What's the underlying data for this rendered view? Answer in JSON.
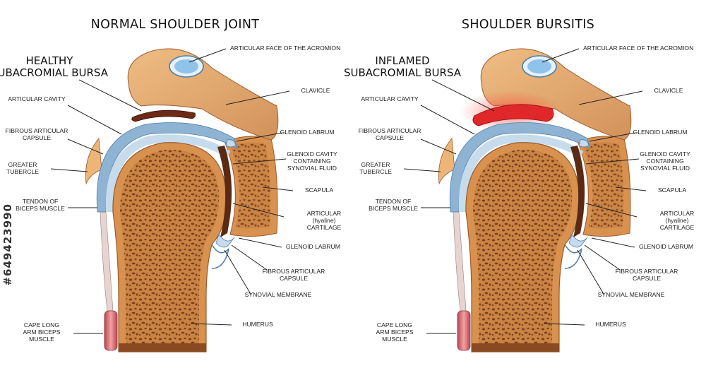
{
  "watermark": "#649423990",
  "panels": [
    {
      "title": "NORMAL SHOULDER JOINT",
      "bursa_label": [
        "HEALTHY",
        "SUBACROMIAL BURSA"
      ],
      "inflamed": false,
      "left_labels": [
        [
          "ARTICULAR CAVITY"
        ],
        [
          "FIBROUS ARTICULAR",
          "CAPSULE"
        ],
        [
          "GREATER",
          "TUBERCLE"
        ],
        [
          "TENDON OF",
          "BICEPS MUSCLE"
        ],
        [
          "CAPE LONG",
          "ARM BICEPS",
          "MUSCLE"
        ]
      ],
      "right_labels": [
        [
          "ARTICULAR FACE OF THE ACROMION"
        ],
        [
          "CLAVICLE"
        ],
        [
          "GLENOID LABRUM"
        ],
        [
          "GLENOID CAVITY",
          "CONTAINING",
          "SYNOVIAL FLUID"
        ],
        [
          "SCAPULA"
        ],
        [
          "ARTICULAR",
          "(hyaline)",
          "CARTILAGE"
        ],
        [
          "GLENOID LABRUM"
        ],
        [
          "FIBROUS ARTICULAR",
          "CAPSULE"
        ],
        [
          "SYNOVIAL MEMBRANE"
        ],
        [
          "HUMERUS"
        ]
      ]
    },
    {
      "title": "SHOULDER BURSITIS",
      "bursa_label": [
        "INFLAMED",
        "SUBACROMIAL BURSA"
      ],
      "inflamed": true,
      "left_labels": [
        [
          "ARTICULAR CAVITY"
        ],
        [
          "FIBROUS ARTICULAR",
          "CAPSULE"
        ],
        [
          "GREATER",
          "TUBERCLE"
        ],
        [
          "TENDON OF",
          "BICEPS MUSCLE"
        ],
        [
          "CAPE LONG",
          "ARM BICEPS",
          "MUSCLE"
        ]
      ],
      "right_labels": [
        [
          "ARTICULAR FACE OF THE ACROMION"
        ],
        [
          "CLAVICLE"
        ],
        [
          "GLENOID LABRUM"
        ],
        [
          "GLENOID CAVITY",
          "CONTAINING",
          "SYNOVIAL FLUID"
        ],
        [
          "SCAPULA"
        ],
        [
          "ARTICULAR",
          "(hyaline)",
          "CARTILAGE"
        ],
        [
          "GLENOID LABRUM"
        ],
        [
          "FIBROUS ARTICULAR",
          "CAPSULE"
        ],
        [
          "SYNOVIAL MEMBRANE"
        ],
        [
          "HUMERUS"
        ]
      ]
    }
  ],
  "colors": {
    "bone": "#d9914f",
    "bone_light": "#edb577",
    "bone_dark": "#9a5a2c",
    "cartilage": "#c6dcec",
    "capsule": "#8fb3d3",
    "synovial": "#5b2a14",
    "bursa_healthy": "#6b2b16",
    "bursa_inflamed": "#e0282b",
    "acromion_face": "#8fc3ea",
    "muscle": "#d9707a"
  }
}
